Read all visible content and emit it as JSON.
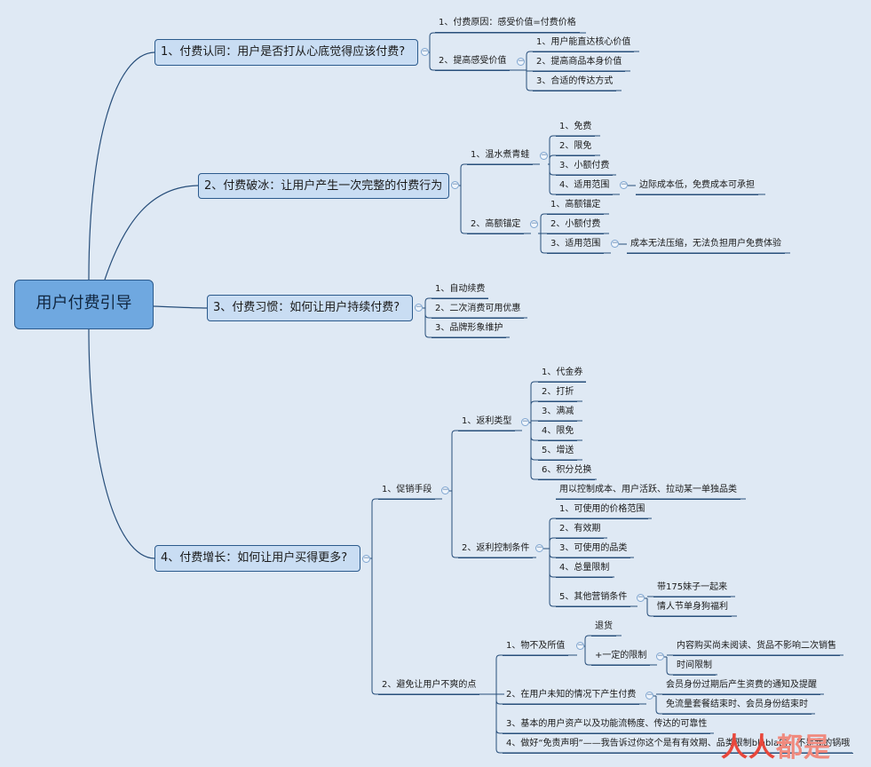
{
  "root": "用户付费引导",
  "topics": [
    {
      "label": "1、付费认同：用户是否打从心底觉得应该付费?",
      "children": [
        {
          "label": "1、付费原因：感受价值=付费价格"
        },
        {
          "label": "2、提高感受价值",
          "children": [
            {
              "label": "1、用户能直达核心价值"
            },
            {
              "label": "2、提高商品本身价值"
            },
            {
              "label": "3、合适的传达方式"
            }
          ]
        }
      ]
    },
    {
      "label": "2、付费破冰：让用户产生一次完整的付费行为",
      "children": [
        {
          "label": "1、温水煮青蛙",
          "children": [
            {
              "label": "1、免费"
            },
            {
              "label": "2、限免"
            },
            {
              "label": "3、小额付费"
            },
            {
              "label": "4、适用范围",
              "children": [
                {
                  "label": "边际成本低，免费成本可承担"
                }
              ]
            }
          ]
        },
        {
          "label": "2、高额锚定",
          "children": [
            {
              "label": "1、高额锚定"
            },
            {
              "label": "2、小额付费"
            },
            {
              "label": "3、适用范围",
              "children": [
                {
                  "label": "成本无法压缩，无法负担用户免费体验"
                }
              ]
            }
          ]
        }
      ]
    },
    {
      "label": "3、付费习惯：如何让用户持续付费?",
      "children": [
        {
          "label": "1、自动续费"
        },
        {
          "label": "2、二次消费可用优惠"
        },
        {
          "label": "3、品牌形象维护"
        }
      ]
    },
    {
      "label": "4、付费增长：如何让用户买得更多?",
      "children": [
        {
          "label": "1、促销手段",
          "children": [
            {
              "label": "1、返利类型",
              "children": [
                {
                  "label": "1、代金券"
                },
                {
                  "label": "2、打折"
                },
                {
                  "label": "3、满减"
                },
                {
                  "label": "4、限免"
                },
                {
                  "label": "5、增送"
                },
                {
                  "label": "6、积分兑换"
                }
              ]
            },
            {
              "label": "2、返利控制条件",
              "children": [
                {
                  "label": "用以控制成本、用户活跃、拉动某一单独品类"
                },
                {
                  "label": "1、可使用的价格范围"
                },
                {
                  "label": "2、有效期"
                },
                {
                  "label": "3、可使用的品类"
                },
                {
                  "label": "4、总量限制"
                },
                {
                  "label": "5、其他营销条件",
                  "children": [
                    {
                      "label": "带175妹子一起来"
                    },
                    {
                      "label": "情人节单身狗福利"
                    }
                  ]
                }
              ]
            }
          ]
        },
        {
          "label": "2、避免让用户不爽的点",
          "children": [
            {
              "label": "1、物不及所值",
              "children": [
                {
                  "label": "退货"
                },
                {
                  "label": "+一定的限制",
                  "children": [
                    {
                      "label": "内容购买尚未阅读、货品不影响二次销售"
                    },
                    {
                      "label": "时间限制"
                    }
                  ]
                }
              ]
            },
            {
              "label": "2、在用户未知的情况下产生付费",
              "children": [
                {
                  "label": "会员身份过期后产生资费的通知及提醒"
                },
                {
                  "label": "免流量套餐结束时、会员身份结束时"
                }
              ]
            },
            {
              "label": "3、基本的用户资产以及功能流畅度、传达的可靠性"
            },
            {
              "label": "4、做好“免责声明”——我告诉过你这个是有有效期、品类限制blabla的，不是我的锅哦"
            }
          ]
        }
      ]
    }
  ],
  "watermark": {
    "part1": "人人",
    "part2": "都是"
  },
  "colors": {
    "background": "#dfe9f4",
    "root": "#6fa8e0",
    "main": "#c9ddf3",
    "line": "#274e7a"
  }
}
